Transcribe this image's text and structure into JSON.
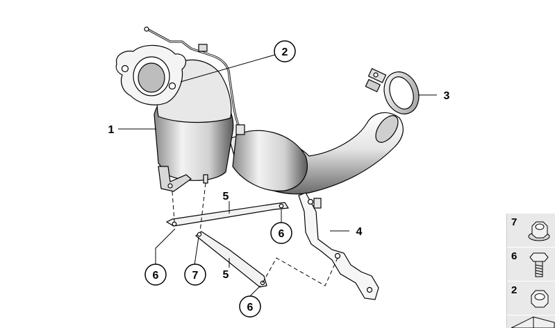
{
  "callouts": {
    "c1": "1",
    "c2": "2",
    "c3": "3",
    "c4": "4",
    "c5a": "5",
    "c5b": "5",
    "c6a": "6",
    "c6b": "6",
    "c6c": "6",
    "c7": "7"
  },
  "legend": {
    "items": [
      {
        "number": "7",
        "icon": "flange-nut-icon"
      },
      {
        "number": "6",
        "icon": "hex-bolt-icon"
      },
      {
        "number": "2",
        "icon": "hex-nut-icon"
      }
    ]
  },
  "colors": {
    "line": "#000000",
    "legend_bg": "#e9e9e9",
    "part_fill": "#ffffff",
    "part_shade": "#d4d4d4"
  }
}
